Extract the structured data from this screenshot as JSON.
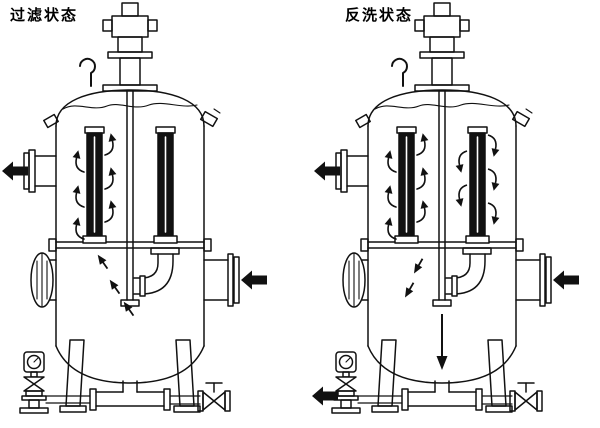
{
  "colors": {
    "line": "#111111",
    "element_fill": "#111111",
    "background": "#ffffff"
  },
  "diagrams": [
    {
      "id": "filtration-state",
      "title": "过滤状态",
      "flow": {
        "upper_left_outlet_arrow": "left",
        "right_inlet_arrow": "left",
        "active_filter_elements": [
          "left"
        ],
        "lower_chamber_arrows": "up-left"
      }
    },
    {
      "id": "backwash-state",
      "title": "反洗状态",
      "flow": {
        "upper_left_outlet_arrow": "left",
        "right_inlet_arrow": "left",
        "bottom_left_drain_arrow": "left",
        "active_filter_elements": [
          "left",
          "right"
        ],
        "center_arrow": "down"
      }
    }
  ]
}
